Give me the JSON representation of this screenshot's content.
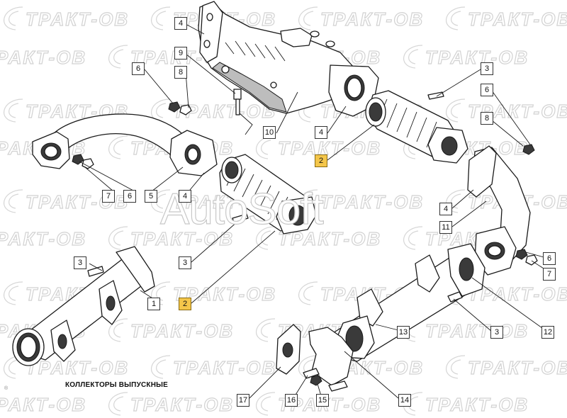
{
  "watermark": {
    "brand_text": "ТРАКТ-ОВ",
    "overlay_text": "AutoSoft"
  },
  "diagram": {
    "caption": "КОЛЛЕКТОРЫ ВЫПУСКНЫЕ",
    "page_mark": "®"
  },
  "callouts": [
    {
      "id": "c4a",
      "label": "4"
    },
    {
      "id": "c9",
      "label": "9"
    },
    {
      "id": "c8a",
      "label": "8"
    },
    {
      "id": "c6a",
      "label": "6"
    },
    {
      "id": "c10",
      "label": "10"
    },
    {
      "id": "c4b",
      "label": "4"
    },
    {
      "id": "c2a",
      "label": "2",
      "highlighted": true
    },
    {
      "id": "c3a",
      "label": "3"
    },
    {
      "id": "c6b",
      "label": "6"
    },
    {
      "id": "c8b",
      "label": "8"
    },
    {
      "id": "c7a",
      "label": "7"
    },
    {
      "id": "c6c",
      "label": "6"
    },
    {
      "id": "c5",
      "label": "5"
    },
    {
      "id": "c4c",
      "label": "4"
    },
    {
      "id": "c4d",
      "label": "4"
    },
    {
      "id": "c11",
      "label": "11"
    },
    {
      "id": "c6d",
      "label": "6"
    },
    {
      "id": "c7b",
      "label": "7"
    },
    {
      "id": "c3b",
      "label": "3"
    },
    {
      "id": "c3c",
      "label": "3"
    },
    {
      "id": "c1",
      "label": "1"
    },
    {
      "id": "c2b",
      "label": "2",
      "highlighted": true
    },
    {
      "id": "c13",
      "label": "13"
    },
    {
      "id": "c3d",
      "label": "3"
    },
    {
      "id": "c12",
      "label": "12"
    },
    {
      "id": "c17",
      "label": "17"
    },
    {
      "id": "c16",
      "label": "16"
    },
    {
      "id": "c15",
      "label": "15"
    },
    {
      "id": "c14",
      "label": "14"
    }
  ]
}
